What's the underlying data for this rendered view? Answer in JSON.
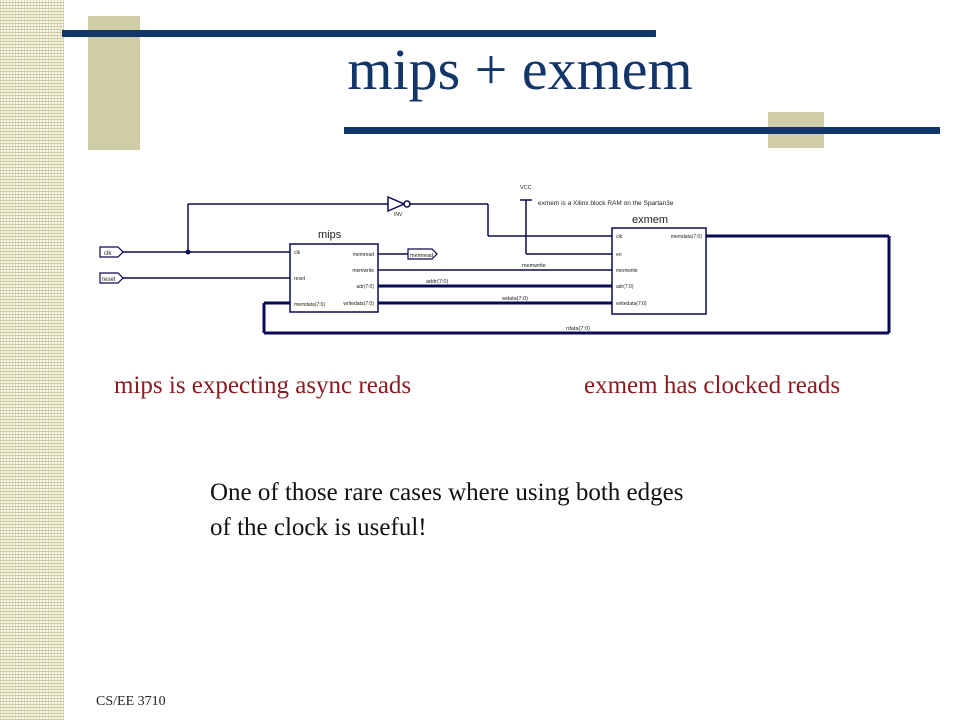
{
  "title": "mips + exmem",
  "schematic": {
    "inputs": {
      "clk": "clk",
      "reset": "reset"
    },
    "inverter_label": "INV",
    "vcc_label": "VCC",
    "note": "exmem is a Xilinx block RAM on the Spartan3e",
    "mips": {
      "name": "mips",
      "left_ports": [
        "clk",
        "reset",
        "memdata(7:0)"
      ],
      "right_ports": [
        "memread",
        "memwrite",
        "adr(7:0)",
        "writedata(7:0)"
      ]
    },
    "exmem": {
      "name": "exmem",
      "left_ports": [
        "clk",
        "en",
        "memwrite",
        "adr(7:0)",
        "writedata(7:0)"
      ],
      "right_port": "memdata(7:0)"
    },
    "nets": {
      "memread": "memread",
      "memwrite": "memwrite",
      "addr": "addr(7:0)",
      "wdata": "wdata(7:0)",
      "rdata": "rdata(7:0)"
    }
  },
  "captions": {
    "left": "mips is expecting async reads",
    "right": "exmem has clocked reads"
  },
  "body": {
    "line1": "One of those rare cases where using both edges",
    "line2": "of the clock is useful!"
  },
  "footer": "CS/EE 3710",
  "colors": {
    "title": "#12356a",
    "caption": "#8b1a22",
    "rule": "#12356a",
    "accent": "#cfcda6"
  }
}
